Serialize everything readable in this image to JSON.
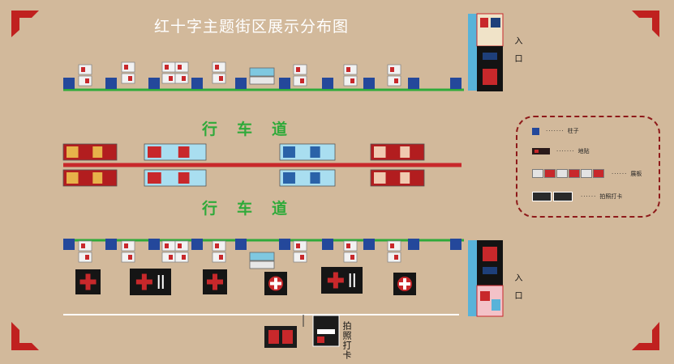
{
  "title": "红十字主题街区展示分布图",
  "road_label": "行车道",
  "entrance_label": "入口",
  "photo_checkin_label": "拍照打卡",
  "legend": {
    "pillar": "柱子",
    "ground": "地贴",
    "banner": "展板",
    "photo": "拍照打卡"
  },
  "colors": {
    "background": "#d2b99b",
    "red": "#c8282b",
    "green": "#2faa3a",
    "pillar_blue": "#24489b",
    "corner_red": "#c0211f"
  }
}
